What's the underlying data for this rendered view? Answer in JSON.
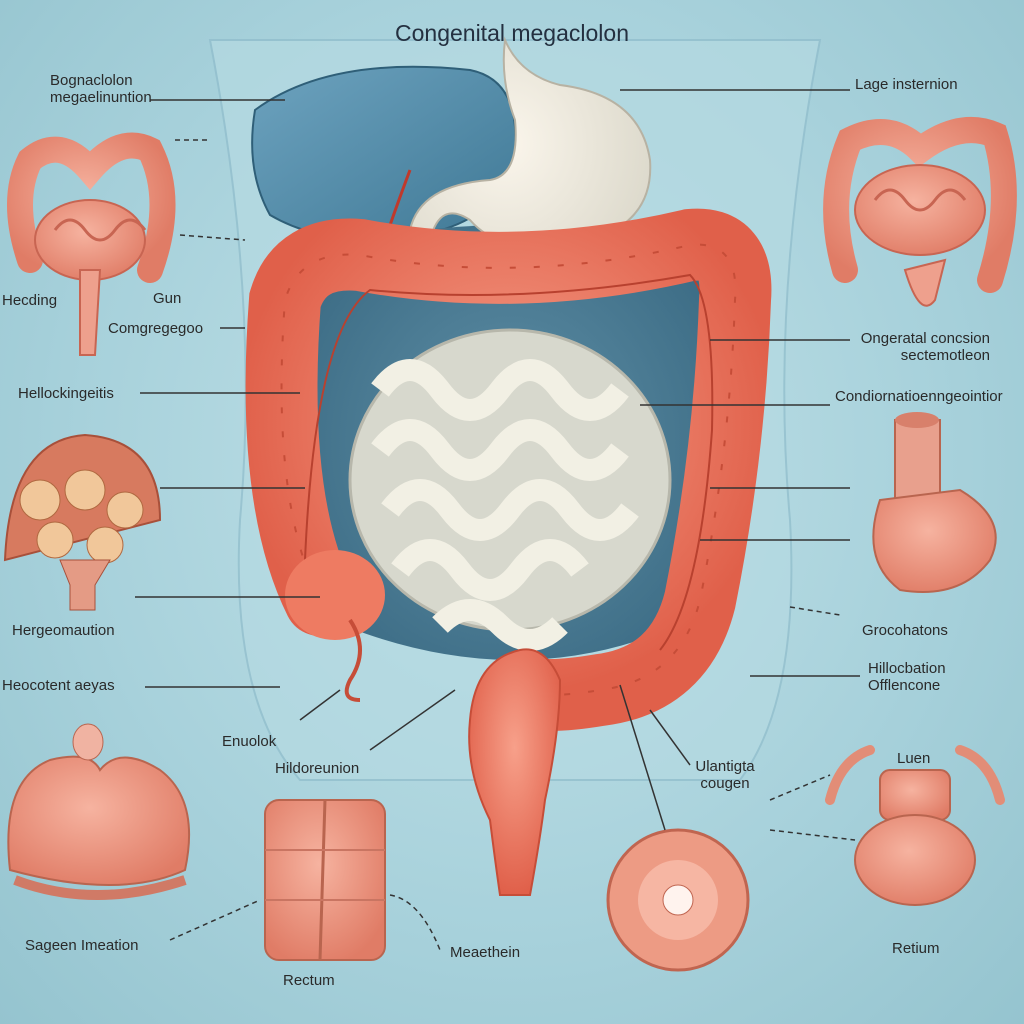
{
  "title": "Congenital megaclolon",
  "labels": {
    "top_left": [
      "Bognaclolon",
      "megaelinuntion"
    ],
    "large_intestion": "Lage insternion",
    "hecding": "Hecding",
    "gun": "Gun",
    "compregegoo": "Comgregegoo",
    "hellocking": "Hellockingeitis",
    "ongeral": [
      "Ongeratal concsion",
      "sectemotleon"
    ],
    "condiornation": "Condiornatioenngeointior",
    "hergeomation": "Hergeomaution",
    "grocohatons": "Grocohatons",
    "heocotent": "Heocotent aeyas",
    "hillocation": [
      "Hillocbation",
      "Offlencone"
    ],
    "enuolok": "Enuolok",
    "hiloreunion": "Hildoreunion",
    "uantiga": [
      "Ulantigta",
      "cougen"
    ],
    "luen": "Luen",
    "sageen": "Sageen Imeation",
    "rectum_bottom": "Rectum",
    "meaethein": "Meaethein",
    "retium": "Retium"
  }
}
